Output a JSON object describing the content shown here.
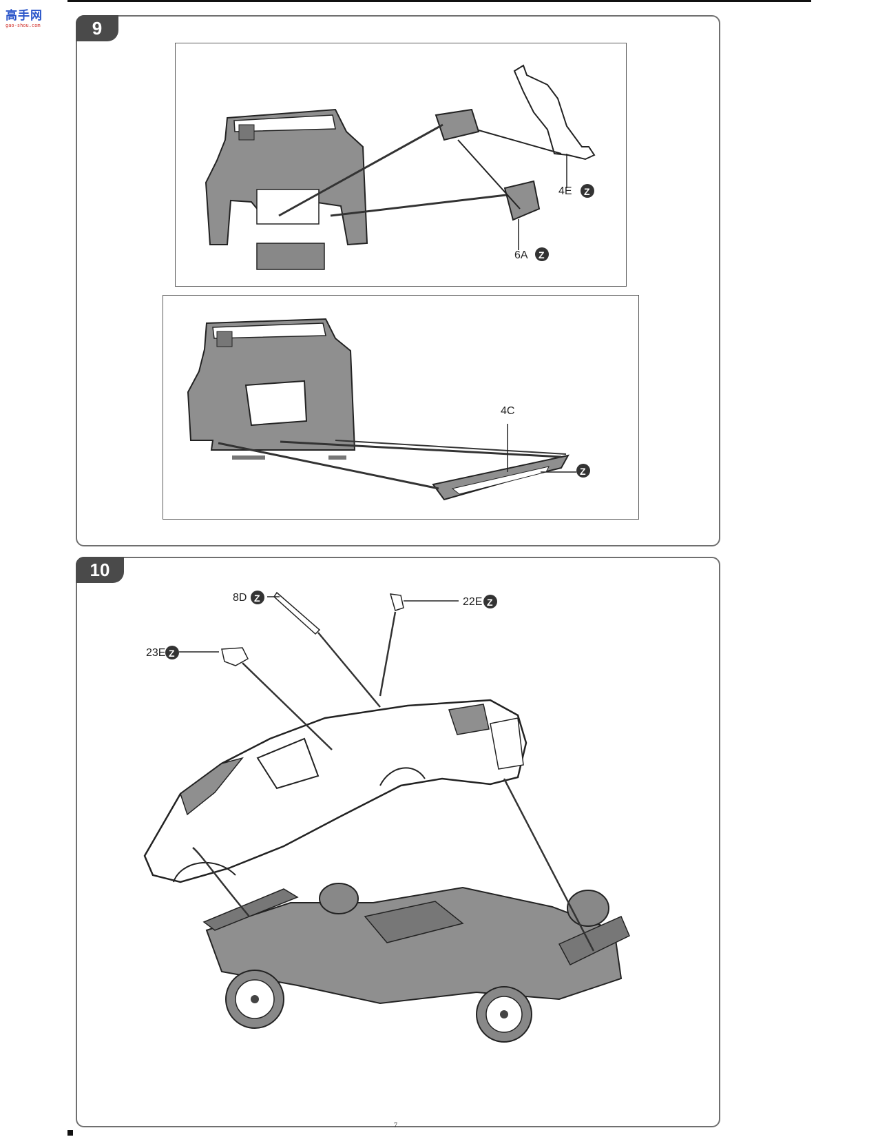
{
  "watermark": {
    "brand": "高手网",
    "url": "gao-shou.com"
  },
  "steps": [
    {
      "number": "9",
      "parts": [
        {
          "id": "4E",
          "tag": "Z"
        },
        {
          "id": "6A",
          "tag": "Z"
        },
        {
          "id": "4C",
          "tag": ""
        },
        {
          "id": "",
          "tag": "Z"
        }
      ]
    },
    {
      "number": "10",
      "parts": [
        {
          "id": "8D",
          "tag": "Z"
        },
        {
          "id": "22E",
          "tag": "Z"
        },
        {
          "id": "23E",
          "tag": "Z"
        }
      ]
    }
  ],
  "page_number": "7",
  "colors": {
    "panel_border": "#6f6f6f",
    "step_tab": "#4a4a4a",
    "fill_gray": "#8f8f8f",
    "ink": "#222222"
  }
}
